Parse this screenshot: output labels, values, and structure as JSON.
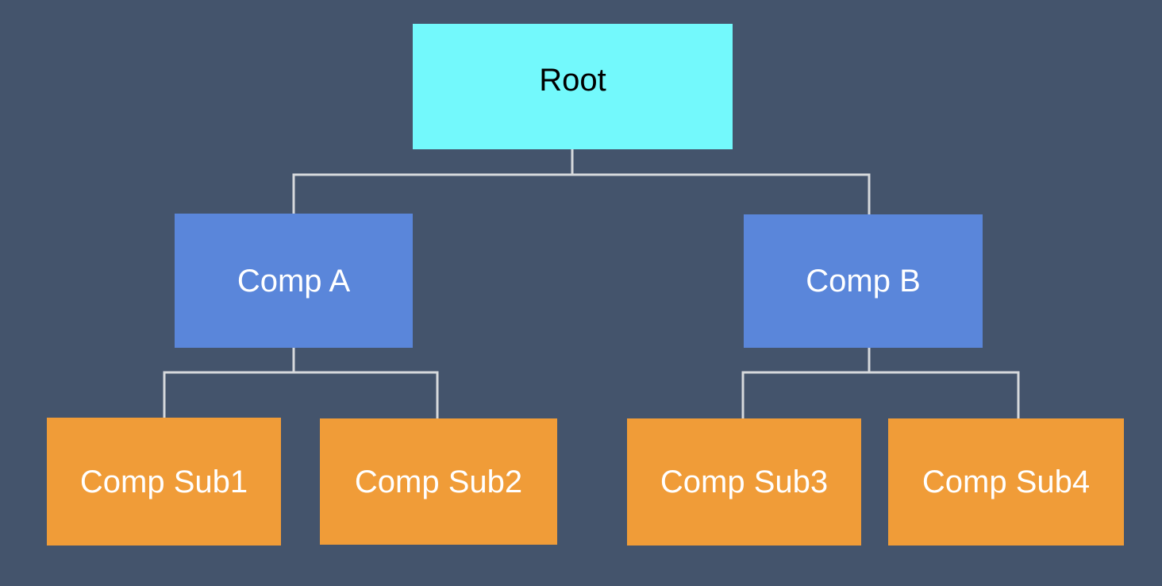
{
  "diagram": {
    "colors": {
      "background": "#44546C",
      "connector": "#D6D9DC",
      "root_fill": "#73F9FC",
      "branch_fill": "#5A86DA",
      "leaf_fill": "#F09C38"
    },
    "nodes": {
      "root": {
        "label": "Root",
        "fill": "#73F9FC",
        "text_color": "#000000"
      },
      "comp_a": {
        "label": "Comp A",
        "fill": "#5A86DA",
        "text_color": "#FFFFFF"
      },
      "comp_b": {
        "label": "Comp B",
        "fill": "#5A86DA",
        "text_color": "#FFFFFF"
      },
      "sub1": {
        "label": "Comp Sub1",
        "fill": "#F09C38",
        "text_color": "#FFFFFF"
      },
      "sub2": {
        "label": "Comp Sub2",
        "fill": "#F09C38",
        "text_color": "#FFFFFF"
      },
      "sub3": {
        "label": "Comp Sub3",
        "fill": "#F09C38",
        "text_color": "#FFFFFF"
      },
      "sub4": {
        "label": "Comp Sub4",
        "fill": "#F09C38",
        "text_color": "#FFFFFF"
      }
    },
    "edges": [
      {
        "from": "Root",
        "to": "Comp A"
      },
      {
        "from": "Root",
        "to": "Comp B"
      },
      {
        "from": "Comp A",
        "to": "Comp Sub1"
      },
      {
        "from": "Comp A",
        "to": "Comp Sub2"
      },
      {
        "from": "Comp B",
        "to": "Comp Sub3"
      },
      {
        "from": "Comp B",
        "to": "Comp Sub4"
      }
    ]
  }
}
